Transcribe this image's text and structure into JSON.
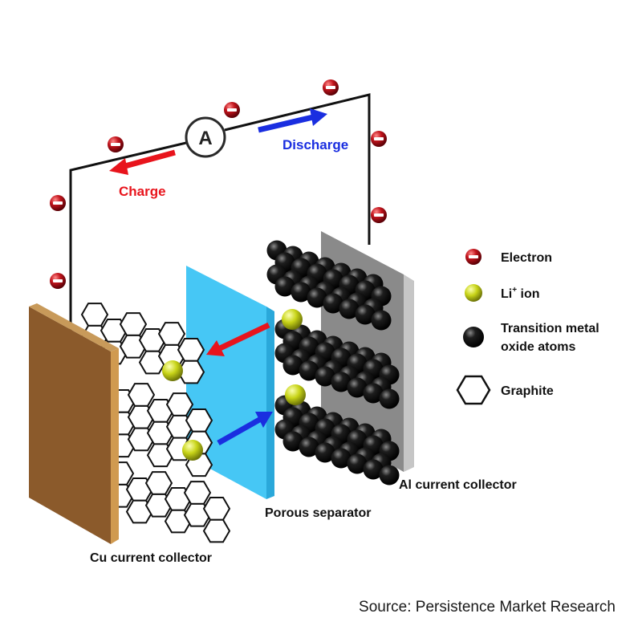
{
  "diagram": {
    "ammeter_symbol": "A",
    "labels": {
      "discharge": "Discharge",
      "charge": "Charge",
      "cu_collector": "Cu current collector",
      "separator": "Porous separator",
      "al_collector": "Al current collector"
    },
    "legend": {
      "electron": "Electron",
      "li_ion": "Li",
      "li_ion_sup": "+",
      "li_ion_suffix": " ion",
      "tm_line1": "Transition metal",
      "tm_line2": "oxide atoms",
      "graphite": "Graphite"
    },
    "source": "Source: Persistence Market Research",
    "colors": {
      "electron": "#b3121a",
      "li_ion": "#c8d418",
      "atom": "#0c0c0c",
      "cu_plate": "#8b5a2b",
      "al_plate": "#8a8a8a",
      "separator": "#3cc4f4",
      "charge_arrow": "#e8141c",
      "discharge_arrow": "#1a2ee0"
    },
    "icons": [
      "electron-icon",
      "li-ion-icon",
      "atom-icon",
      "graphite-hexagon-icon",
      "ammeter-icon"
    ]
  }
}
